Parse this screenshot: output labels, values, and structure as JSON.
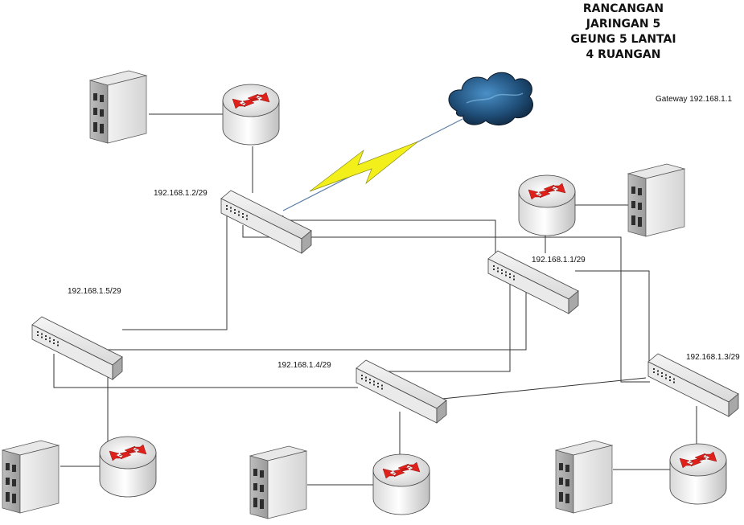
{
  "title": {
    "line1": "RANCANGAN",
    "line2": "JARINGAN 5",
    "line3": "GEUNG 5 LANTAI",
    "line4": "4 RUANGAN"
  },
  "gateway_label": "Gateway 192.168.1.1",
  "switch_labels": {
    "s1": "192.168.1.2/29",
    "s2": "192.168.1.1/29",
    "s3": "192.168.1.5/29",
    "s4": "192.168.1.4/29",
    "s5": "192.168.1.3/29"
  },
  "icons": {
    "building": "building-icon",
    "router": "router-icon",
    "switch": "switch-icon",
    "cloud": "internet-cloud-icon",
    "link": "lightning-wan-link-icon"
  },
  "colors": {
    "router_arrow": "#e0201b",
    "cloud": "#1f4e78",
    "lightning": "#f2ef1a",
    "line": "#333333"
  }
}
